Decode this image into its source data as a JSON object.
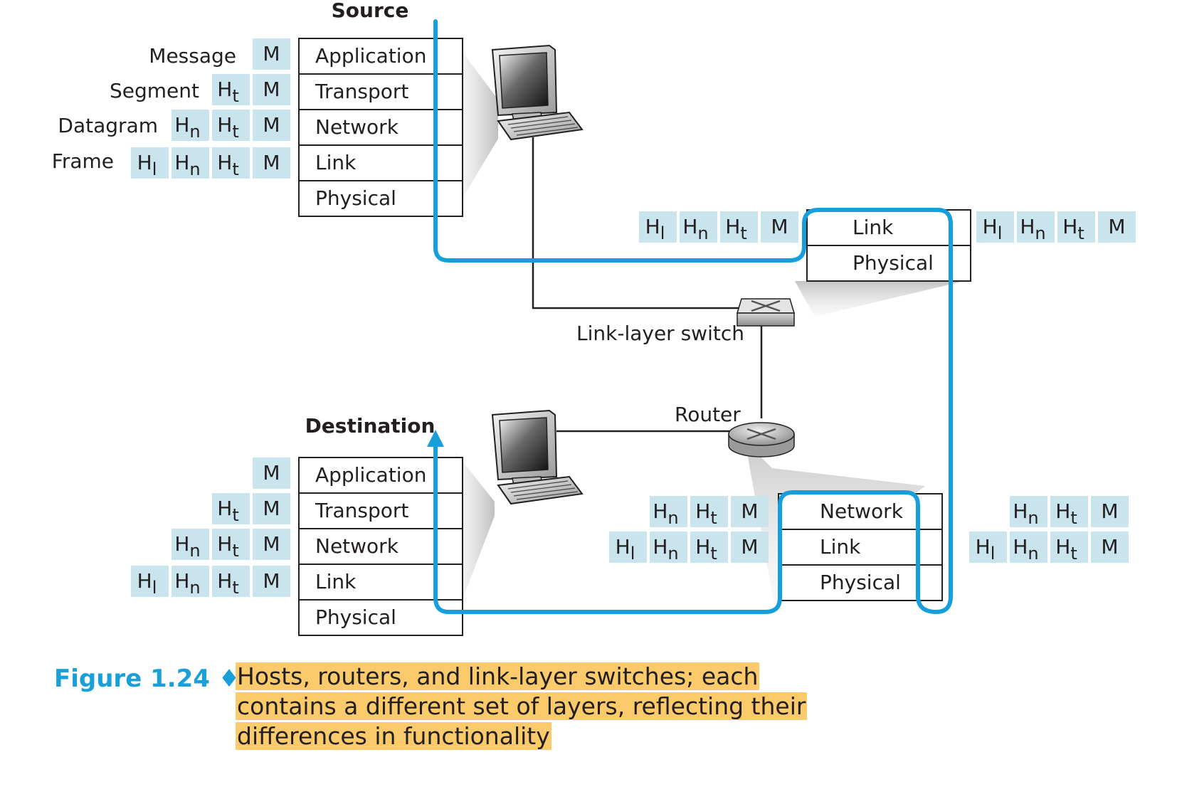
{
  "colors": {
    "path": "#169fdb",
    "header_box": "#c9e4ed",
    "caption_label": "#1a9fd9",
    "caption_highlight": "#fbca6b"
  },
  "source": {
    "title": "Source",
    "layers": [
      "Application",
      "Transport",
      "Network",
      "Link",
      "Physical"
    ],
    "unit_labels": [
      "Message",
      "Segment",
      "Datagram",
      "Frame"
    ]
  },
  "destination": {
    "title": "Destination",
    "layers": [
      "Application",
      "Transport",
      "Network",
      "Link",
      "Physical"
    ]
  },
  "switch": {
    "label": "Link-layer switch",
    "layers": [
      "Link",
      "Physical"
    ]
  },
  "router": {
    "label": "Router",
    "layers": [
      "Network",
      "Link",
      "Physical"
    ]
  },
  "headers": {
    "m": "M",
    "ht": {
      "base": "H",
      "sub": "t"
    },
    "hn": {
      "base": "H",
      "sub": "n"
    },
    "hl": {
      "base": "H",
      "sub": "l"
    }
  },
  "caption": {
    "label": "Figure 1.24 ♦",
    "text": "Hosts, routers, and link-layer switches; each contains a different set of layers, reflecting their differences in functionality"
  }
}
